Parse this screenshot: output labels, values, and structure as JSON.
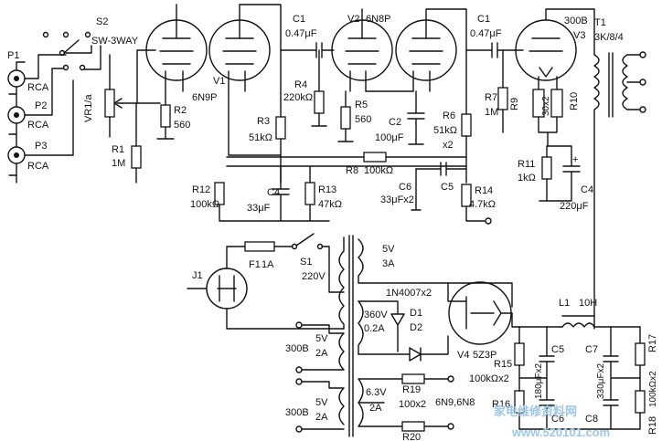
{
  "switch": {
    "ref": "S2",
    "type": "SW-3WAY"
  },
  "inputs": [
    {
      "ref": "P1",
      "type": "RCA"
    },
    {
      "ref": "P2",
      "type": "RCA"
    },
    {
      "ref": "P3",
      "type": "RCA"
    }
  ],
  "volume": {
    "ref": "VR1/a"
  },
  "tubes": {
    "v1": {
      "ref": "V1",
      "type": "6N9P"
    },
    "v2": {
      "ref": "V2",
      "type": "6N8P"
    },
    "v3": {
      "ref": "V3",
      "type": "300B"
    },
    "v4": {
      "ref": "V4",
      "type": "5Z3P"
    }
  },
  "transformer_out": {
    "ref": "T1",
    "spec": "3K/8/4"
  },
  "coupling_caps": [
    {
      "ref": "C1",
      "value": "0.47μF"
    },
    {
      "ref": "C1",
      "value": "0.47μF"
    }
  ],
  "components": {
    "r1": {
      "ref": "R1",
      "value": "1M"
    },
    "r2": {
      "ref": "R2",
      "value": "560"
    },
    "r3": {
      "ref": "R3",
      "value": "51kΩ"
    },
    "r4": {
      "ref": "R4",
      "value": "220kΩ"
    },
    "r5": {
      "ref": "R5",
      "value": "560"
    },
    "r6": {
      "ref": "R6",
      "value": "51kΩ",
      "note": "x2"
    },
    "r7": {
      "ref": "R7",
      "value": "1M"
    },
    "r8": {
      "ref": "R8",
      "value": "100kΩ"
    },
    "r9": {
      "ref": "R9",
      "value": "30x2"
    },
    "r10": {
      "ref": "R10"
    },
    "r11": {
      "ref": "R11",
      "value": "1kΩ"
    },
    "r12": {
      "ref": "R12",
      "value": "100kΩ"
    },
    "r13": {
      "ref": "R13",
      "value": "47kΩ"
    },
    "r14": {
      "ref": "R14",
      "value": "4.7kΩ"
    },
    "r15": {
      "ref": "R15",
      "value": "100kΩx2"
    },
    "r16": {
      "ref": "R16"
    },
    "r17": {
      "ref": "R17",
      "value": "100kΩx2"
    },
    "r18": {
      "ref": "R18"
    },
    "r19": {
      "ref": "R19",
      "value": "100x2"
    },
    "r20": {
      "ref": "R20"
    },
    "c2": {
      "ref": "C2",
      "value": "100μF"
    },
    "c4a": {
      "ref": "C4",
      "value": "33μF"
    },
    "c4b": {
      "ref": "C4",
      "value": "220μF"
    },
    "c5": {
      "ref": "C5"
    },
    "c6": {
      "ref": "C6",
      "value": "33μFx2"
    },
    "c5b": {
      "ref": "C5"
    },
    "c6b": {
      "ref": "C6",
      "value": "180μFx2"
    },
    "c7": {
      "ref": "C7"
    },
    "c8": {
      "ref": "C8",
      "value": "330μFx2"
    },
    "l1": {
      "ref": "L1",
      "value": "10H"
    },
    "d": {
      "ref": "1N4007x2",
      "d1": "D1",
      "d2": "D2"
    }
  },
  "power": {
    "jack": "J1",
    "fuse": {
      "ref": "F1",
      "value": "1A"
    },
    "switch": {
      "ref": "S1",
      "value": "220V"
    },
    "winding_5v3a": {
      "v": "5V",
      "a": "3A"
    },
    "winding_hv": {
      "v": "360V",
      "a": "0.2A"
    },
    "winding_5v2a_1": {
      "v": "5V",
      "a": "2A",
      "tube": "300B"
    },
    "winding_5v2a_2": {
      "v": "5V",
      "a": "2A",
      "tube": "300B"
    },
    "winding_63": {
      "v": "6.3V",
      "a": "2A"
    },
    "heater_tubes": "6N9,6N8"
  },
  "watermark": {
    "cn": "家电维修资料网",
    "url": "www.520101.com"
  }
}
